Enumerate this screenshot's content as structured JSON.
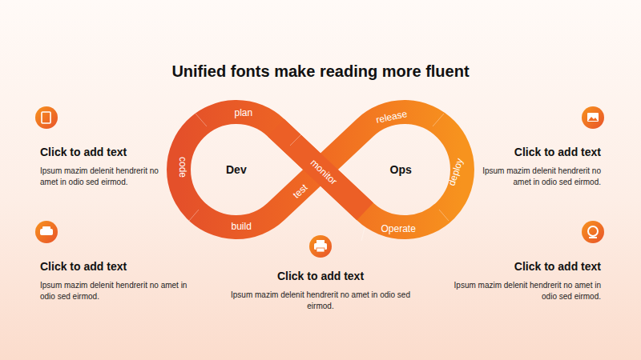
{
  "diagram": {
    "title": "Unified fonts make reading more fluent",
    "nodes": [
      {
        "text": [
          "Click to add text",
          "Ipsum mazim delenit hendrerit no amet in odio sed eirmod."
        ]
      },
      {
        "text": [
          "Click to add text",
          "Ipsum mazim delenit hendrerit no amet in odio sed eirmod."
        ]
      },
      {
        "text": [
          "Click to add text",
          "Ipsum mazim delenit hendrerit no amet in odio sed eirmod."
        ]
      },
      {
        "text": [
          "Click to add text",
          "Ipsum mazim delenit hendrerit no amet in odio sed eirmod."
        ]
      },
      {
        "text": [
          "Click to add text",
          "Ipsum mazim delenit hendrerit no amet in odio sed eirmod."
        ]
      }
    ],
    "labels": [
      "plan",
      "code",
      "build",
      "test",
      "monitor",
      "release",
      "deploy",
      "Operate",
      "Dev",
      "Ops"
    ]
  }
}
